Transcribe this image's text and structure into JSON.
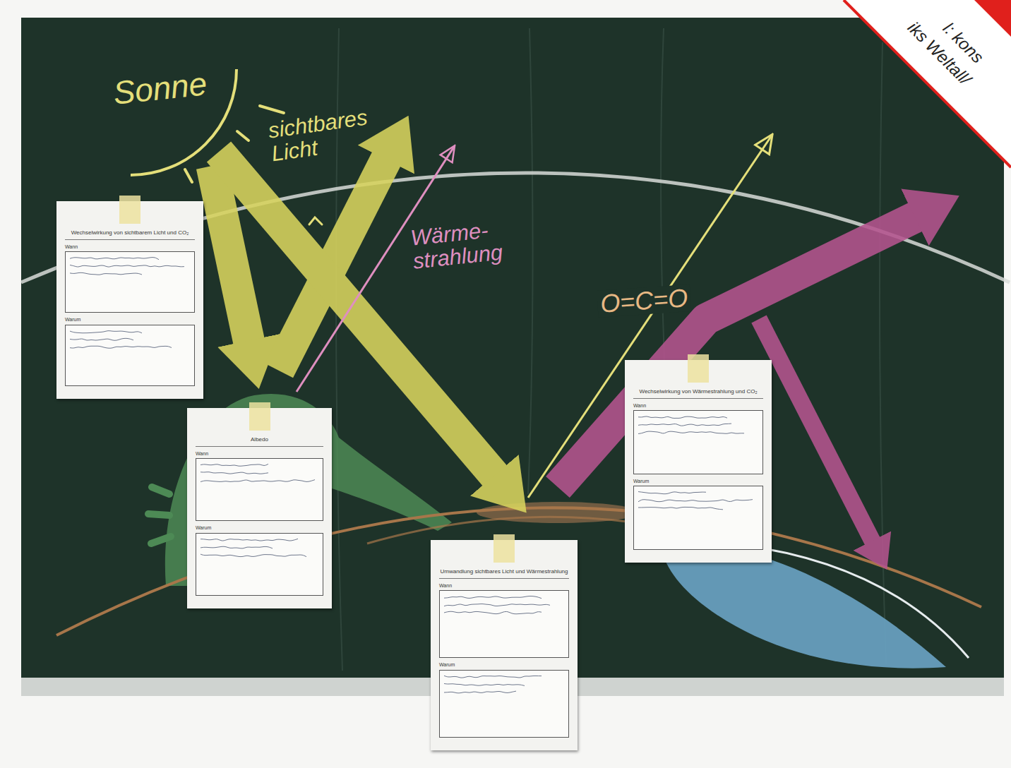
{
  "diagram": {
    "nodes": [
      {
        "text": [
          "Wechselwirkung von sichtbarem Licht und CO₂",
          "Wann",
          "Warum"
        ]
      },
      {
        "text": [
          "Albedo",
          "Wann",
          "Warum"
        ]
      },
      {
        "text": [
          "Umwandlung sichtbares Licht und Wärmestrahlung",
          "Wann",
          "Warum"
        ]
      },
      {
        "text": [
          "Wechselwirkung von Wärmestrahlung und CO₂",
          "Wann",
          "Warum"
        ]
      }
    ],
    "labels": [
      "Sonne",
      "sichtbares Licht",
      "Wärme- strahlung",
      "O=C=O",
      "l: kons",
      "iks Weltall/"
    ]
  }
}
